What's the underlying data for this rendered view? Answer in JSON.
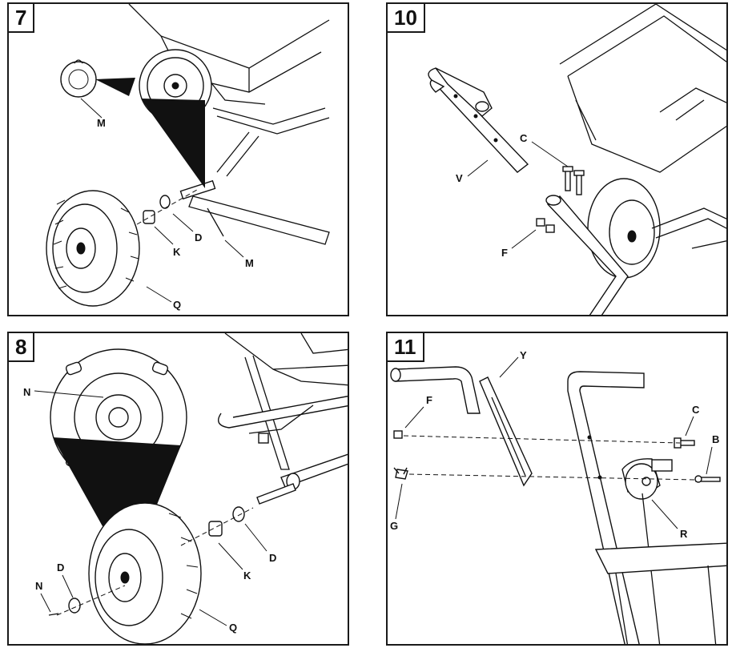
{
  "panels": [
    {
      "step": "7",
      "labels": {
        "m_top": "M",
        "d": "D",
        "k": "K",
        "m_bottom": "M",
        "q": "Q"
      }
    },
    {
      "step": "10",
      "labels": {
        "c": "C",
        "v": "V",
        "f": "F"
      }
    },
    {
      "step": "8",
      "labels": {
        "n_top": "N",
        "d_right": "D",
        "k": "K",
        "d_left": "D",
        "n_left": "N",
        "q": "Q"
      }
    },
    {
      "step": "11",
      "labels": {
        "y": "Y",
        "f": "F",
        "c": "C",
        "b": "B",
        "g": "G",
        "r": "R"
      }
    }
  ]
}
